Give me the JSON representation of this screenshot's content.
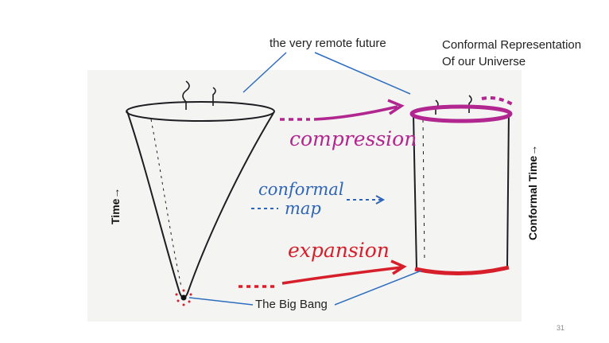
{
  "labels": {
    "remote_future": "the very remote future",
    "conformal_rep_line1": "Conformal Representation",
    "conformal_rep_line2": "Of our Universe",
    "big_bang": "The Big Bang",
    "time_axis": "Time→",
    "conformal_time_axis": "Conformal Time→",
    "slide_number": "31"
  },
  "handwriting": {
    "compression": "compression",
    "conformal": "conformal",
    "map": "map",
    "expansion": "expansion"
  },
  "colors": {
    "compression": "#b1268f",
    "conformal_map": "#2f65b8",
    "expansion": "#d61f2b",
    "pointer_lines": "#2e6dbf",
    "sketch_ink": "#1d1d22"
  }
}
